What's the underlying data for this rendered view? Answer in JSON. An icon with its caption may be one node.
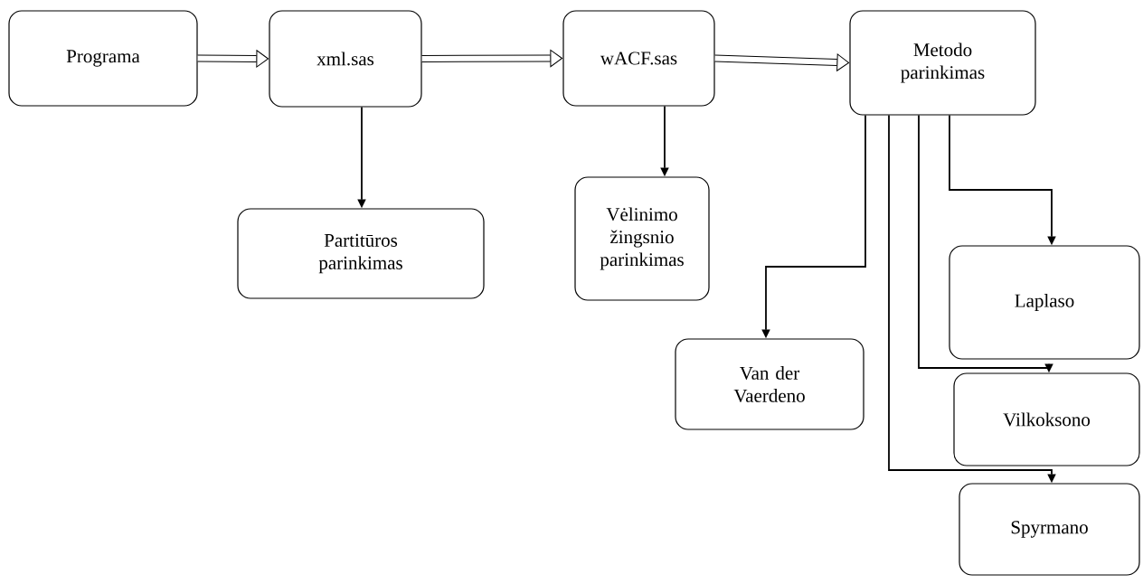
{
  "diagram": {
    "nodes": [
      {
        "text": [
          "Programa"
        ]
      },
      {
        "text": [
          "xml.sas"
        ]
      },
      {
        "text": [
          "wACF.sas"
        ]
      },
      {
        "text": [
          "Metodo parinkimas"
        ]
      },
      {
        "text": [
          "Partitūros parinkimas"
        ]
      },
      {
        "text": [
          "Vėlinimo žingsnio parinkimas"
        ]
      },
      {
        "text": [
          "Van der Vaerdeno"
        ]
      },
      {
        "text": [
          "Laplaso"
        ]
      },
      {
        "text": [
          "Vilkoksono"
        ]
      },
      {
        "text": [
          "Spyrmano"
        ]
      }
    ],
    "edges": [
      {
        "from": 0,
        "to": 1,
        "arrow": "to",
        "style": "thick"
      },
      {
        "from": 1,
        "to": 2,
        "arrow": "to",
        "style": "thick"
      },
      {
        "from": 2,
        "to": 3,
        "arrow": "to",
        "style": "thick"
      },
      {
        "from": 1,
        "to": 4,
        "arrow": "to"
      },
      {
        "from": 2,
        "to": 5,
        "arrow": "to"
      },
      {
        "from": 3,
        "to": 6,
        "arrow": "to"
      },
      {
        "from": 3,
        "to": 7,
        "arrow": "to"
      },
      {
        "from": 3,
        "to": 8,
        "arrow": "to"
      },
      {
        "from": 3,
        "to": 9,
        "arrow": "to"
      }
    ]
  }
}
